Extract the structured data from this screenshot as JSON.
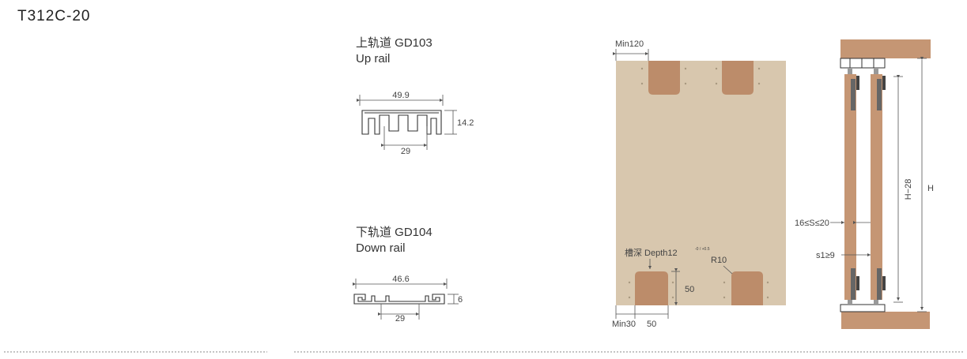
{
  "model_code": "T312C-20",
  "up_rail": {
    "title_cn": "上轨道 GD103",
    "title_en": "Up rail",
    "width": "49.9",
    "height": "14.2",
    "inner": "29"
  },
  "down_rail": {
    "title_cn": "下轨道 GD104",
    "title_en": "Down rail",
    "width": "46.6",
    "height": "6",
    "inner": "29"
  },
  "panel": {
    "min_top": "Min120",
    "groove_depth": "槽深 Depth12",
    "groove_tol": "-0 / +0.5",
    "radius": "R10",
    "slot_height": "50",
    "min_bottom": "Min30",
    "slot_width": "50"
  },
  "side_view": {
    "height": "H",
    "inner_height": "H−28",
    "gap_range": "16≤S≤20",
    "clearance": "s1≥9"
  },
  "colors": {
    "panel_bg": "#d8c7ae",
    "slot": "#bc8c6a",
    "wood": "#c59674",
    "dim_line": "#555555"
  }
}
